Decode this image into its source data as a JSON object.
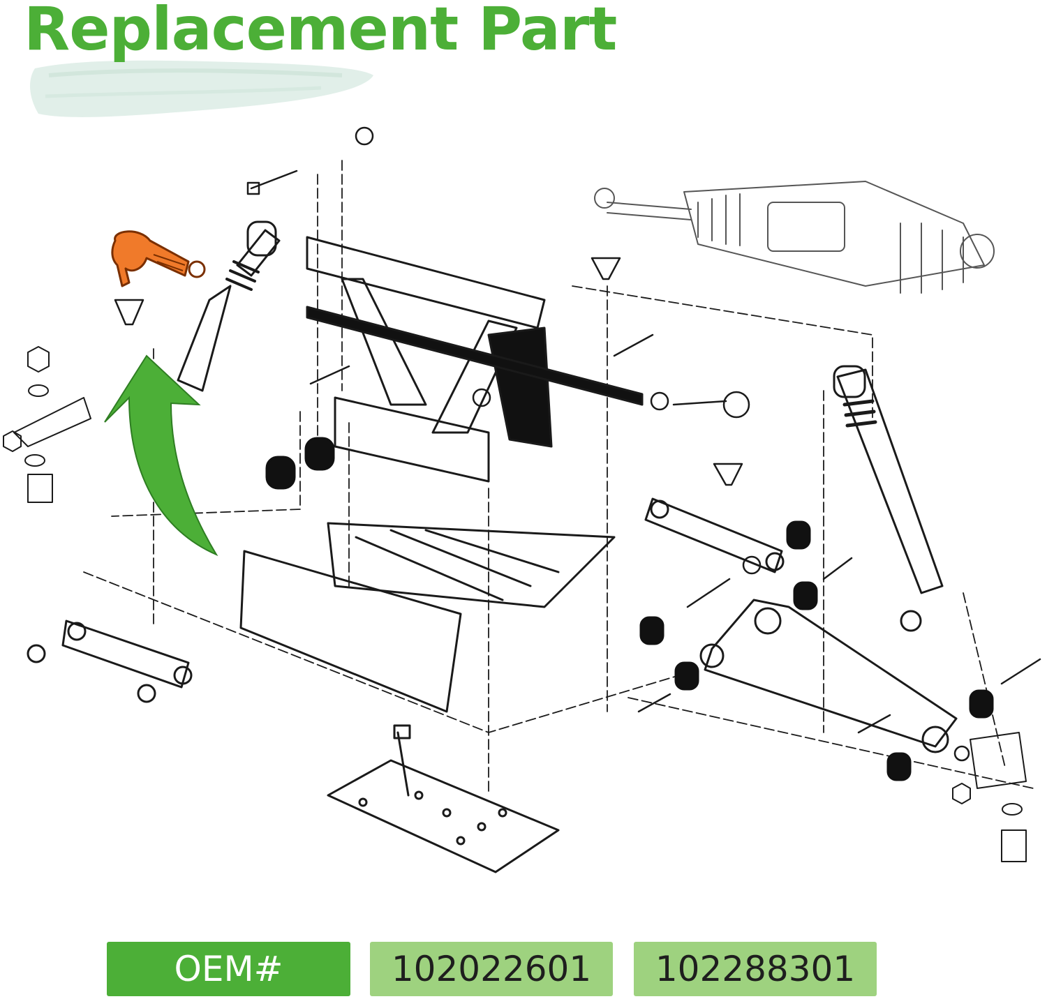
{
  "header": {
    "title": "Replacement Part"
  },
  "diagram": {
    "highlight_color": "#f07a2a",
    "arrow_color": "#4caf37",
    "arrow_icon": "curved-arrow-up-right"
  },
  "oem": {
    "label": "OEM#",
    "numbers": [
      "102022601",
      "102288301"
    ]
  }
}
